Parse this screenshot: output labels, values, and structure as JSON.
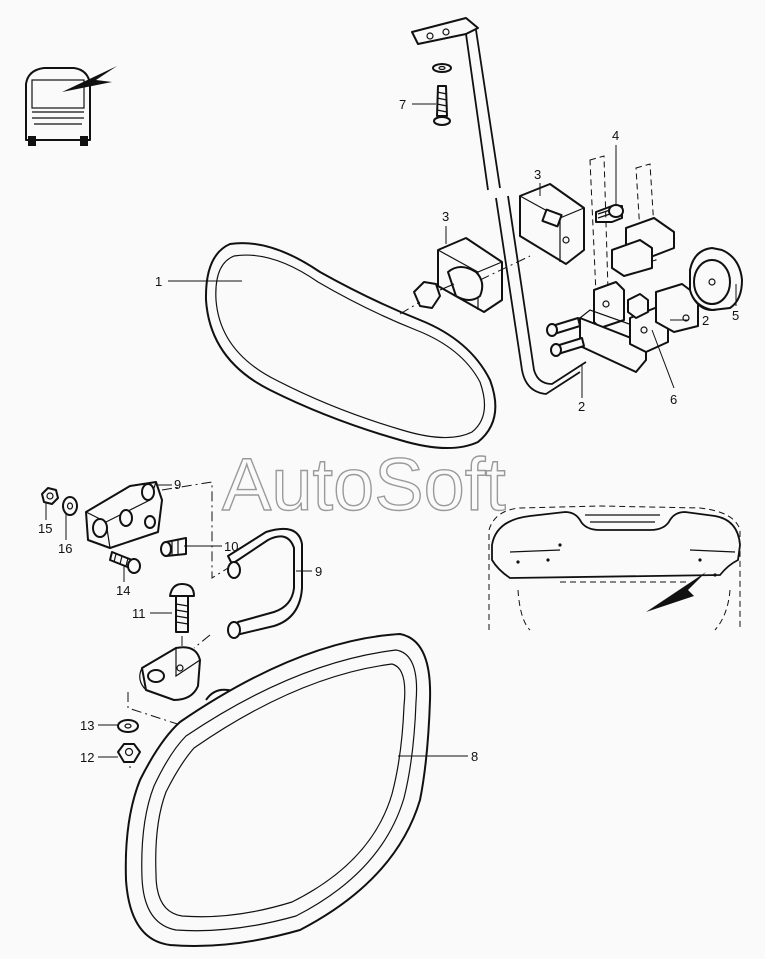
{
  "watermark": "AutoSoft",
  "callouts": [
    {
      "id": "c1",
      "text": "1"
    },
    {
      "id": "c2a",
      "text": "2"
    },
    {
      "id": "c2b",
      "text": "2"
    },
    {
      "id": "c3a",
      "text": "3"
    },
    {
      "id": "c3b",
      "text": "3"
    },
    {
      "id": "c4",
      "text": "4"
    },
    {
      "id": "c5",
      "text": "5"
    },
    {
      "id": "c6",
      "text": "6"
    },
    {
      "id": "c7",
      "text": "7"
    },
    {
      "id": "c8",
      "text": "8"
    },
    {
      "id": "c9a",
      "text": "9"
    },
    {
      "id": "c9b",
      "text": "9"
    },
    {
      "id": "c10",
      "text": "10"
    },
    {
      "id": "c11",
      "text": "11"
    },
    {
      "id": "c12",
      "text": "12"
    },
    {
      "id": "c13",
      "text": "13"
    },
    {
      "id": "c14",
      "text": "14"
    },
    {
      "id": "c15",
      "text": "15"
    },
    {
      "id": "c16",
      "text": "16"
    }
  ]
}
